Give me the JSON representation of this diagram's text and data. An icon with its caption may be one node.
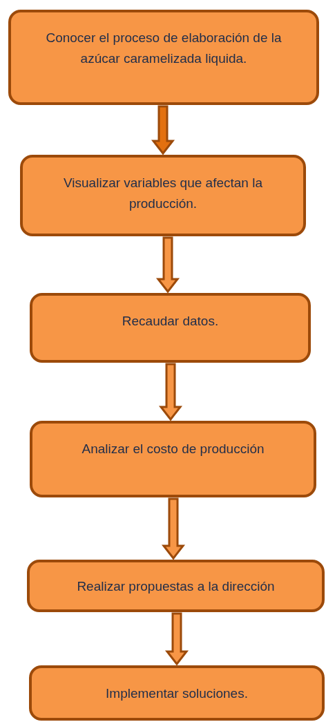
{
  "diagram": {
    "nodes": [
      {
        "text": [
          "Conocer el proceso de elaboración de la azúcar caramelizada liquida."
        ]
      },
      {
        "text": [
          "Visualizar variables que afectan la producción."
        ]
      },
      {
        "text": [
          "Recaudar datos."
        ]
      },
      {
        "text": [
          "Analizar el costo de producción"
        ]
      },
      {
        "text": [
          "Realizar propuestas a la dirección"
        ]
      },
      {
        "text": [
          "Implementar soluciones."
        ]
      }
    ],
    "edges": [
      {
        "from": 0,
        "to": 1,
        "arrow": "to"
      },
      {
        "from": 1,
        "to": 2,
        "arrow": "to"
      },
      {
        "from": 2,
        "to": 3,
        "arrow": "to"
      },
      {
        "from": 3,
        "to": 4,
        "arrow": "to"
      },
      {
        "from": 4,
        "to": 5,
        "arrow": "to"
      }
    ]
  }
}
